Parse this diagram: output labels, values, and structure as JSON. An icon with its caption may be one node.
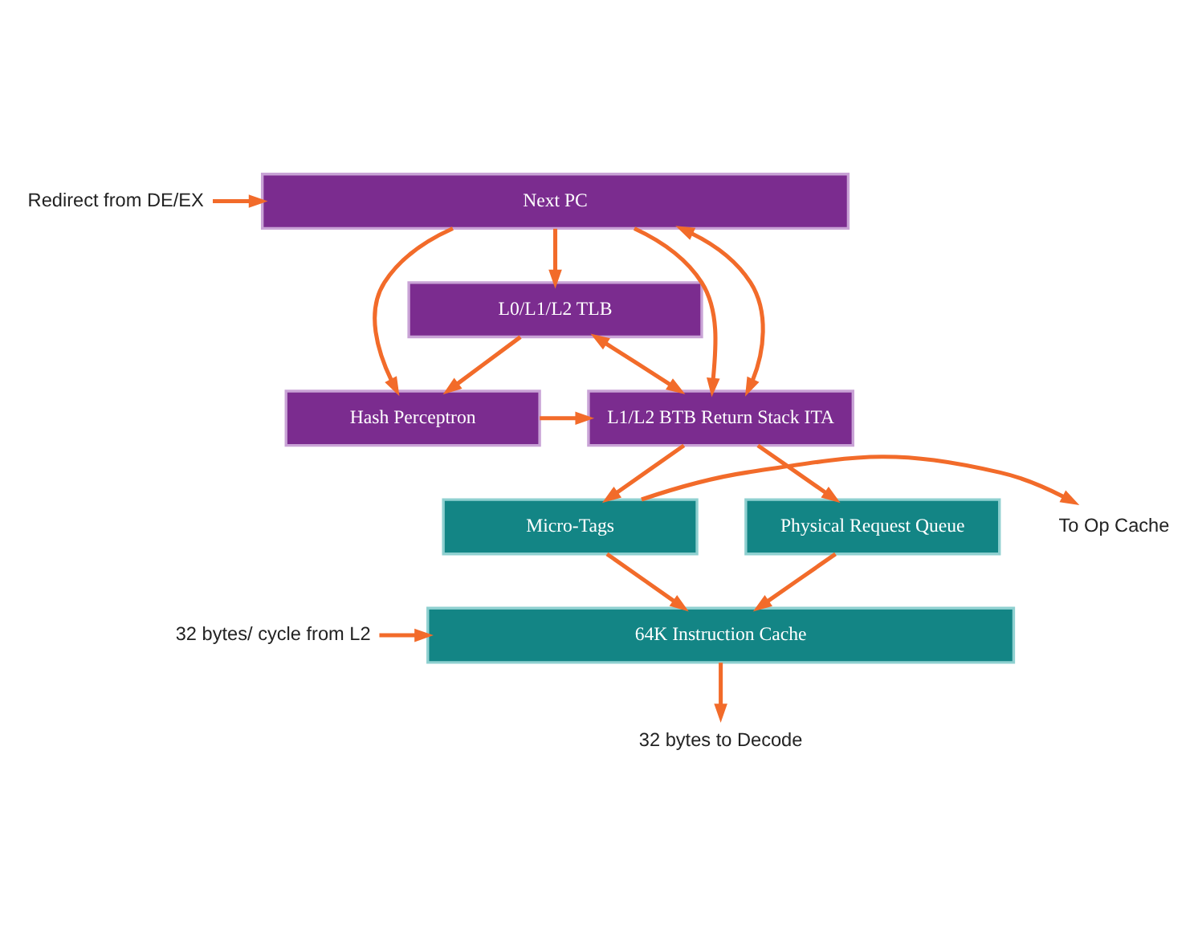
{
  "diagram": {
    "nodes": [
      {
        "text": [
          "Next PC"
        ]
      },
      {
        "text": [
          "Redirect from DE/EX"
        ]
      },
      {
        "text": [
          "L0/L1/L2 TLB"
        ]
      },
      {
        "text": [
          "L1/L2 BTB Return Stack ITA"
        ]
      },
      {
        "text": [
          "Hash Perceptron"
        ]
      },
      {
        "text": [
          "Physical Request Queue"
        ]
      },
      {
        "text": [
          "Micro-Tags"
        ]
      },
      {
        "text": [
          "To Op Cache"
        ]
      },
      {
        "text": [
          "64K Instruction Cache"
        ]
      },
      {
        "text": [
          "32 bytes/ cycle from L2"
        ]
      },
      {
        "text": [
          "32 bytes to Decode"
        ]
      }
    ],
    "edges": [
      {
        "from": 1,
        "to": 0,
        "arrow": "to"
      },
      {
        "from": 0,
        "to": 2,
        "arrow": "to"
      },
      {
        "from": 0,
        "to": 3,
        "arrow": "to"
      },
      {
        "from": 0,
        "to": 4,
        "arrow": "to"
      },
      {
        "from": 2,
        "to": 3,
        "arrow": "both"
      },
      {
        "from": 2,
        "to": 4,
        "arrow": "to"
      },
      {
        "from": 4,
        "to": 3,
        "arrow": "to"
      },
      {
        "from": 3,
        "to": 0,
        "arrow": "both"
      },
      {
        "from": 3,
        "to": 5,
        "arrow": "to"
      },
      {
        "from": 3,
        "to": 6,
        "arrow": "to"
      },
      {
        "from": 6,
        "to": 7,
        "arrow": "to"
      },
      {
        "from": 5,
        "to": 8,
        "arrow": "to"
      },
      {
        "from": 6,
        "to": 8,
        "arrow": "to"
      },
      {
        "from": 9,
        "to": 8,
        "arrow": "to"
      },
      {
        "from": 8,
        "to": 10,
        "arrow": "to"
      }
    ]
  }
}
